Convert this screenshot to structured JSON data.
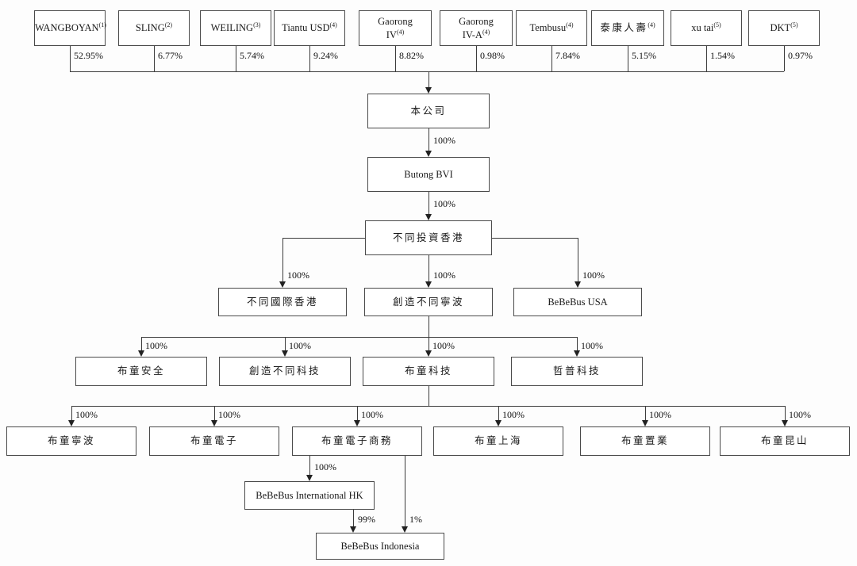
{
  "diagram": {
    "shareholders": [
      {
        "line1": "WANGBOYAN",
        "line2": "",
        "footnote": "(1)",
        "pct": "52.95%"
      },
      {
        "line1": "SLING",
        "line2": "",
        "footnote": "(2)",
        "pct": "6.77%"
      },
      {
        "line1": "WEILING",
        "line2": "",
        "footnote": "(3)",
        "pct": "5.74%"
      },
      {
        "line1": "Tiantu USD",
        "line2": "",
        "footnote": "(4)",
        "pct": "9.24%"
      },
      {
        "line1": "Gaorong",
        "line2": "IV",
        "footnote": "(4)",
        "pct": "8.82%"
      },
      {
        "line1": "Gaorong",
        "line2": "IV-A",
        "footnote": "(4)",
        "pct": "0.98%"
      },
      {
        "line1": "Tembusu",
        "line2": "",
        "footnote": "(4)",
        "pct": "7.84%"
      },
      {
        "line1": "泰康人壽",
        "line2": "",
        "footnote": "(4)",
        "pct": "5.15%"
      },
      {
        "line1": "xu tai",
        "line2": "",
        "footnote": "(5)",
        "pct": "1.54%"
      },
      {
        "line1": "DKT",
        "line2": "",
        "footnote": "(5)",
        "pct": "0.97%"
      }
    ],
    "nodes": {
      "company": "本公司",
      "butong_bvi": "Butong BVI",
      "butong_investment_hk": "不同投資香港",
      "butong_international_hk": "不同國際香港",
      "chuangzao_butong_ningbo": "創造不同寧波",
      "bebebus_usa": "BeBeBus USA",
      "butong_safety": "布童安全",
      "chuangzao_butong_tech": "創造不同科技",
      "butong_tech": "布童科技",
      "zhepu_tech": "哲普科技",
      "butong_ningbo": "布童寧波",
      "butong_electronics": "布童電子",
      "butong_ecommerce": "布童電子商務",
      "butong_shanghai": "布童上海",
      "butong_real_estate": "布童置業",
      "butong_kunshan": "布童昆山",
      "bebebus_international_hk": "BeBeBus International HK",
      "bebebus_indonesia": "BeBeBus Indonesia"
    },
    "edge_labels": {
      "company_to_bvi": "100%",
      "bvi_to_investment_hk": "100%",
      "investment_hk_to_international_hk": "100%",
      "investment_hk_to_chuangzao_ningbo": "100%",
      "investment_hk_to_bebebus_usa": "100%",
      "chuangzao_ningbo_to_safety": "100%",
      "chuangzao_ningbo_to_chuangzao_tech": "100%",
      "chuangzao_ningbo_to_butong_tech": "100%",
      "chuangzao_ningbo_to_zhepu": "100%",
      "butong_tech_to_ningbo": "100%",
      "butong_tech_to_electronics": "100%",
      "butong_tech_to_ecommerce": "100%",
      "butong_tech_to_shanghai": "100%",
      "butong_tech_to_real_estate": "100%",
      "butong_tech_to_kunshan": "100%",
      "ecommerce_to_bebebus_international_hk": "100%",
      "bebebus_international_hk_to_indonesia": "99%",
      "ecommerce_to_indonesia": "1%"
    }
  }
}
